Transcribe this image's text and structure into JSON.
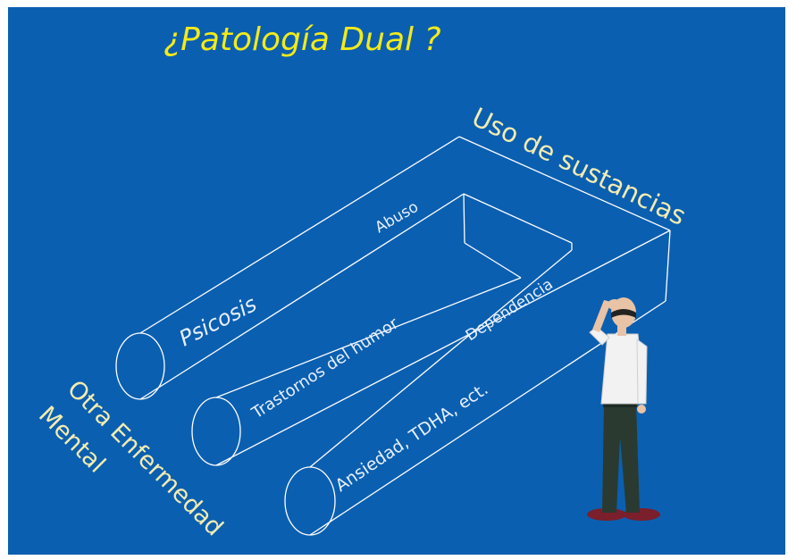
{
  "title": "¿Patología Dual ?",
  "labels": {
    "substances": "Uso de sustancias",
    "other_illness_line1": "Otra Enfermedad",
    "other_illness_line2": "Mental",
    "abuse": "Abuso",
    "dependence": "Dependencia",
    "psychosis": "Psicosis",
    "mood": "Trastornos del humor",
    "anxiety": "Ansiedad, TDHA, ect."
  },
  "colors": {
    "background": "#0b5fb0",
    "title": "#f2ea1a",
    "axis_label": "#f2ecb0",
    "line": "#ffffff",
    "inner_label": "#e6f0ff"
  }
}
